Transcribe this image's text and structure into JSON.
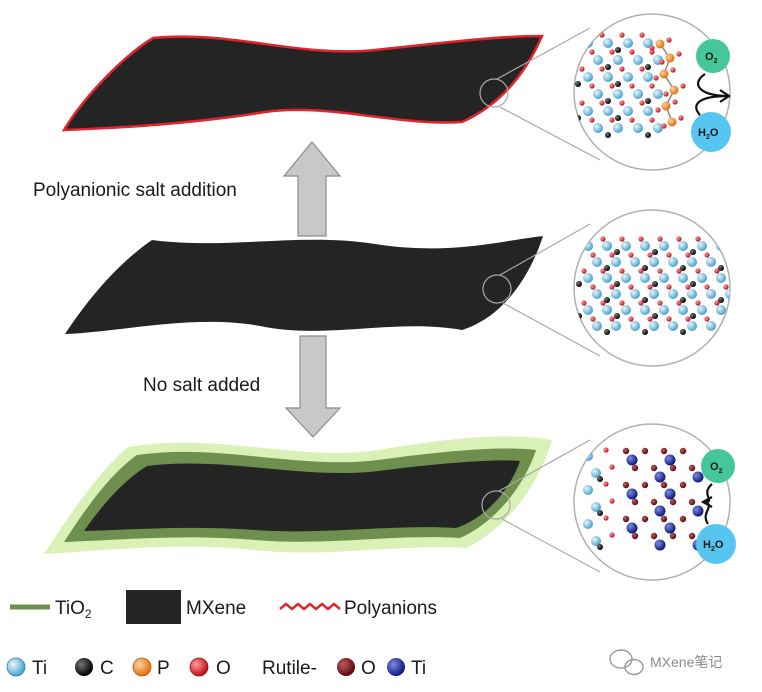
{
  "arrows": {
    "up_label": "Polyanionic salt addition",
    "down_label": "No salt added"
  },
  "insets": {
    "top": {
      "o2": "O",
      "o2_sub": "2",
      "h2o_a": "H",
      "h2o_sub": "2",
      "h2o_b": "O"
    },
    "bottom": {
      "o2": "O",
      "o2_sub": "2",
      "h2o_a": "H",
      "h2o_sub": "2",
      "h2o_b": "O"
    }
  },
  "legend": {
    "tio2": "TiO",
    "tio2_sub": "2",
    "mxene": "MXene",
    "polyanions": "Polyanions",
    "ti": "Ti",
    "c": "C",
    "p": "P",
    "o": "O",
    "rutile": "Rutile-",
    "rutile_o": "O",
    "rutile_ti": "Ti"
  },
  "watermark": "MXene笔记",
  "colors": {
    "mxene": "#242424",
    "polyanion": "#e0262d",
    "tio2_dark": "#6f8f4e",
    "tio2_glow": "#d9f0b6",
    "ti_atom": "#7cc8ea",
    "c_atom": "#111111",
    "p_atom": "#f08a24",
    "o_atom": "#d7222b",
    "rutile_o_atom": "#7a1418",
    "rutile_ti_atom": "#2233a0",
    "o2_bubble": "#46c79a",
    "h2o_bubble": "#56c5ef",
    "arrow": "#c8c8c8"
  }
}
